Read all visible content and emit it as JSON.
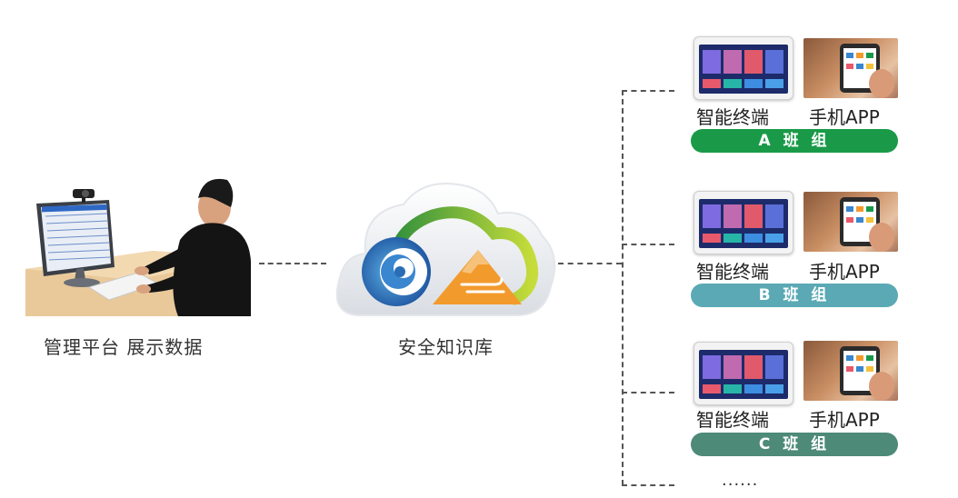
{
  "left_label": "管理平台 展示数据",
  "center_label": "安全知识库",
  "groups": [
    {
      "terminal_label": "智能终端",
      "app_label": "手机APP",
      "team_label": "A 班 组",
      "team_color": "#1a9a48"
    },
    {
      "terminal_label": "智能终端",
      "app_label": "手机APP",
      "team_label": "B 班 组",
      "team_color": "#5aa9b4"
    },
    {
      "terminal_label": "智能终端",
      "app_label": "手机APP",
      "team_label": "C 班 组",
      "team_color": "#4d8a77"
    }
  ],
  "more_label": "......",
  "colors": {
    "cloud_green": "#8dc63f",
    "cloud_blue": "#2a6db5",
    "cloud_orange": "#f39a2d",
    "connector": "#555555"
  }
}
